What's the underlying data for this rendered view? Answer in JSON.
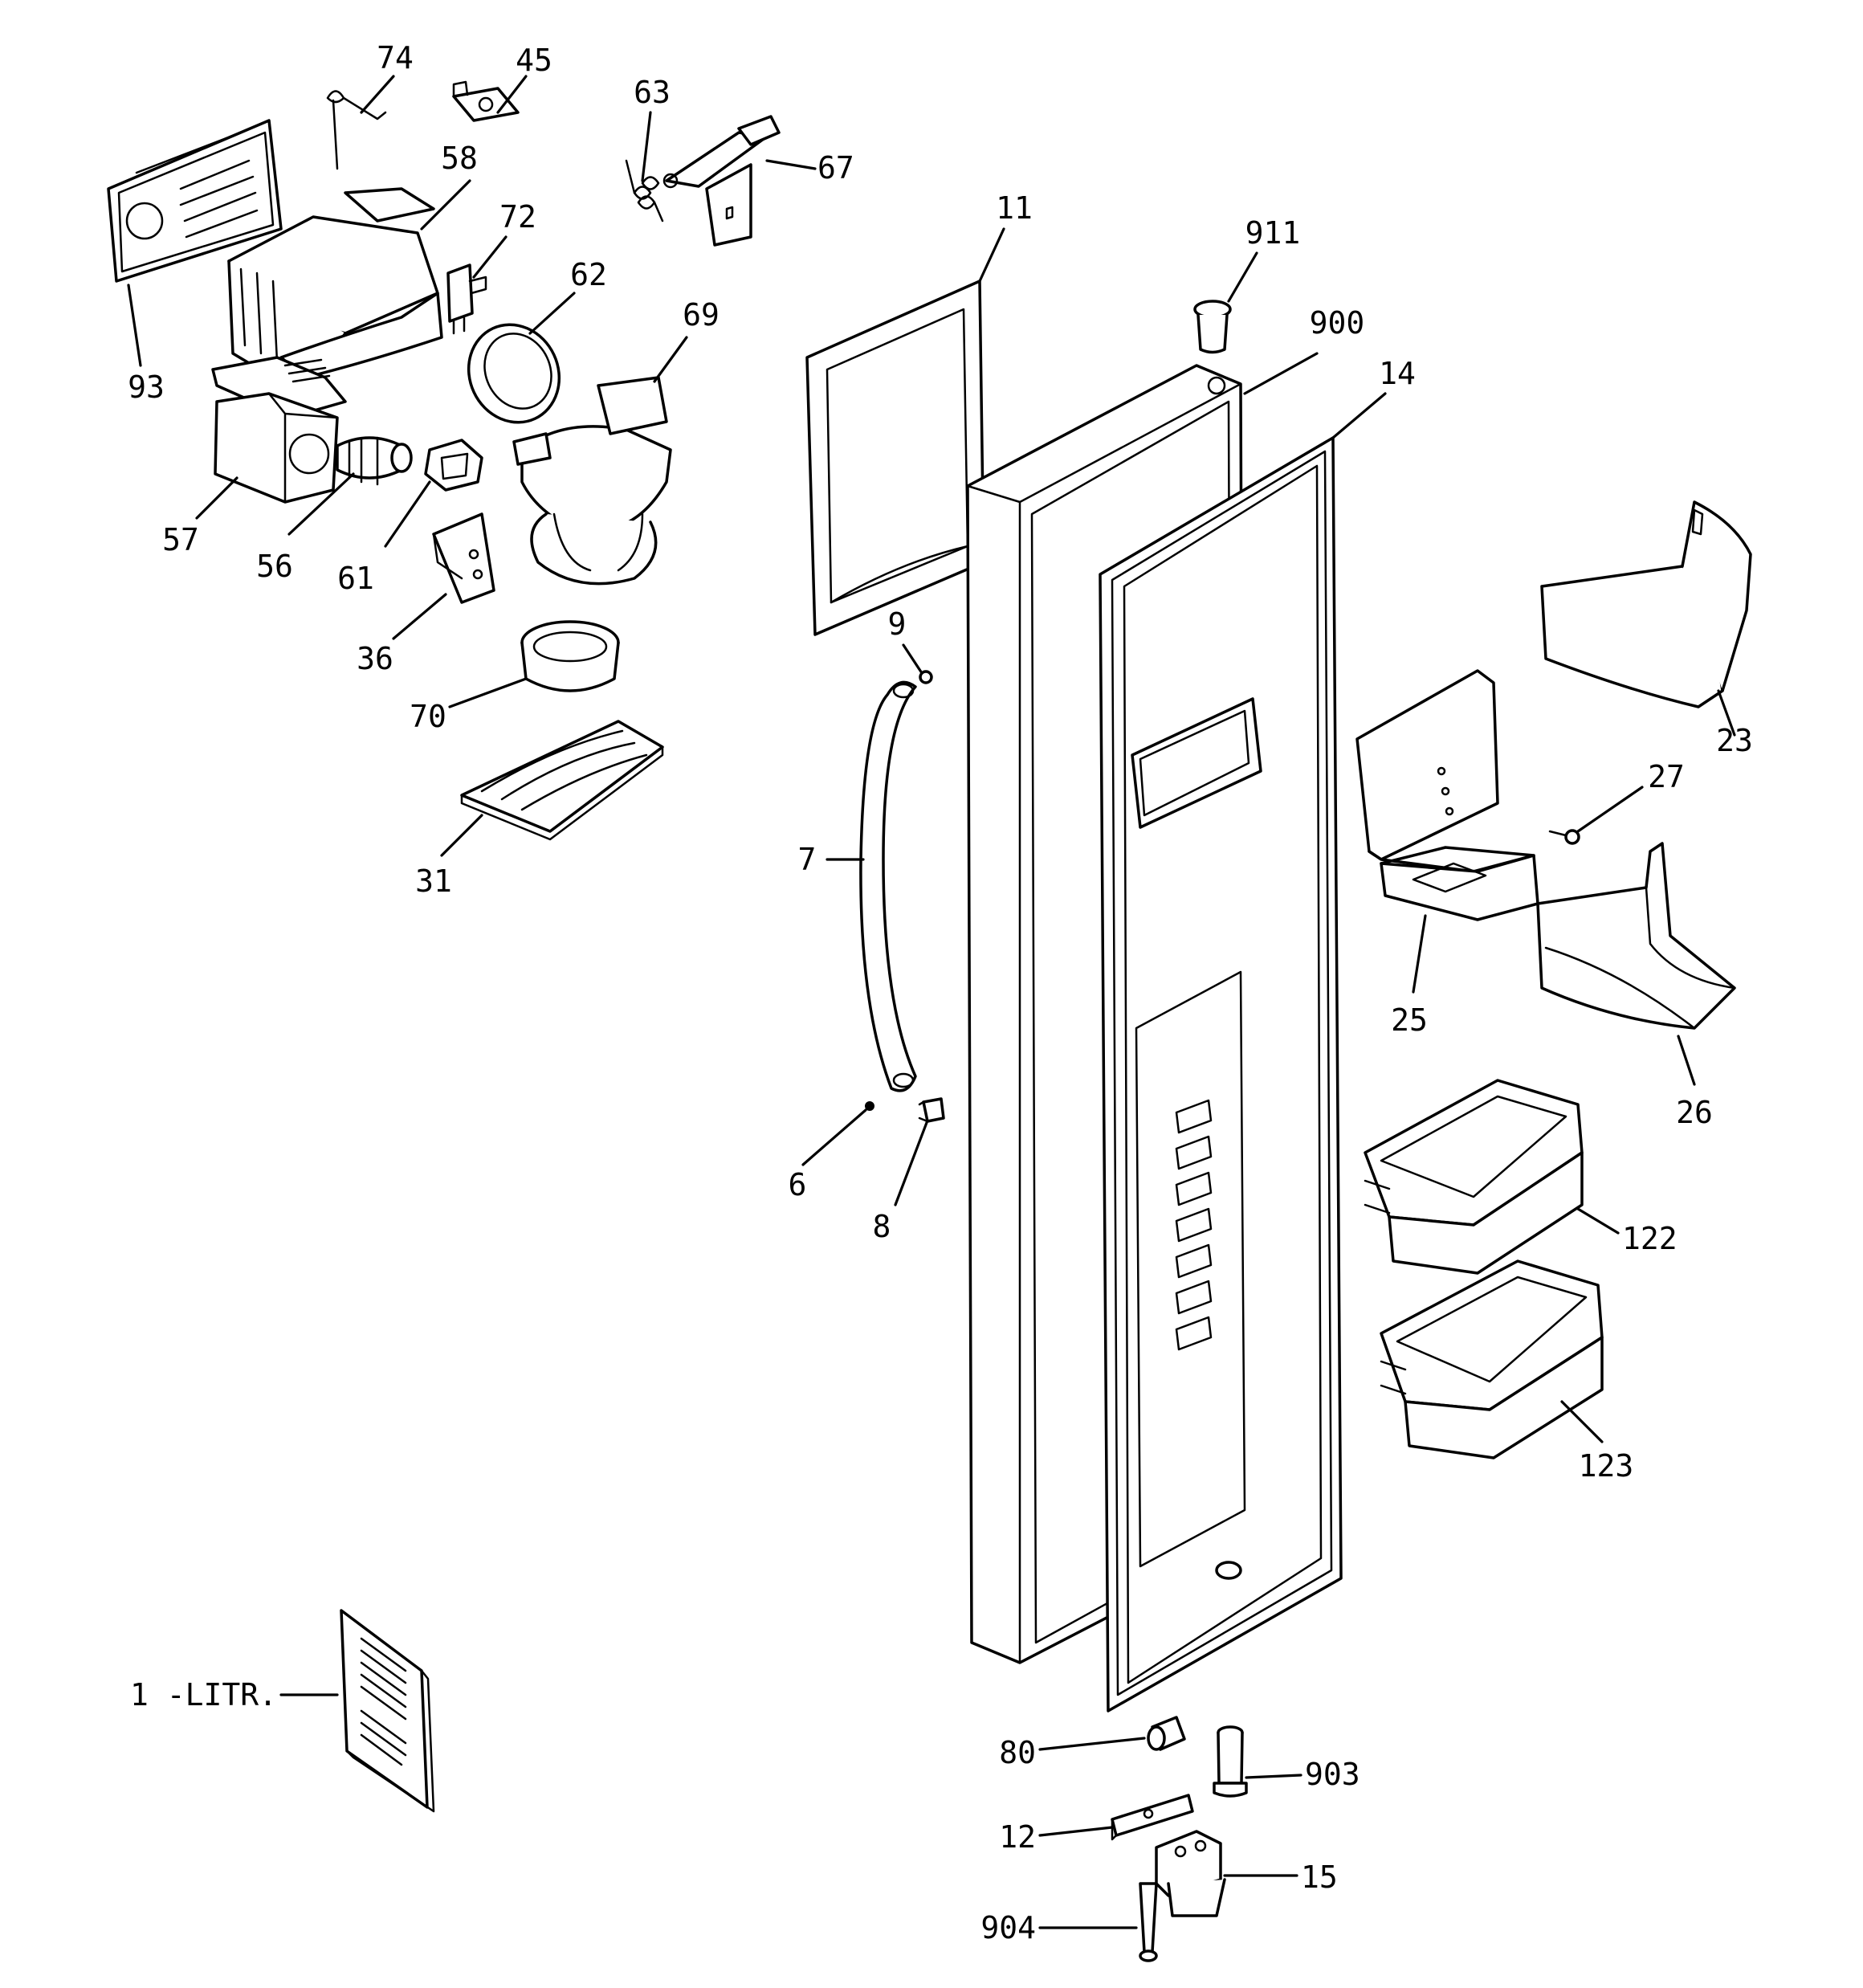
{
  "callouts": {
    "c74": "74",
    "c45": "45",
    "c63": "63",
    "c67": "67",
    "c58": "58",
    "c72": "72",
    "c11": "11",
    "c911": "911",
    "c62": "62",
    "c69": "69",
    "c93": "93",
    "c900": "900",
    "c14": "14",
    "c57": "57",
    "c56": "56",
    "c61": "61",
    "c9": "9",
    "c36": "36",
    "c23": "23",
    "c70": "70",
    "c27": "27",
    "c7": "7",
    "c31": "31",
    "c25": "25",
    "c26": "26",
    "c6": "6",
    "c8": "8",
    "c122": "122",
    "c123": "123",
    "c1": "1 -LITR.",
    "c80": "80",
    "c903": "903",
    "c12": "12",
    "c15": "15",
    "c904": "904"
  }
}
